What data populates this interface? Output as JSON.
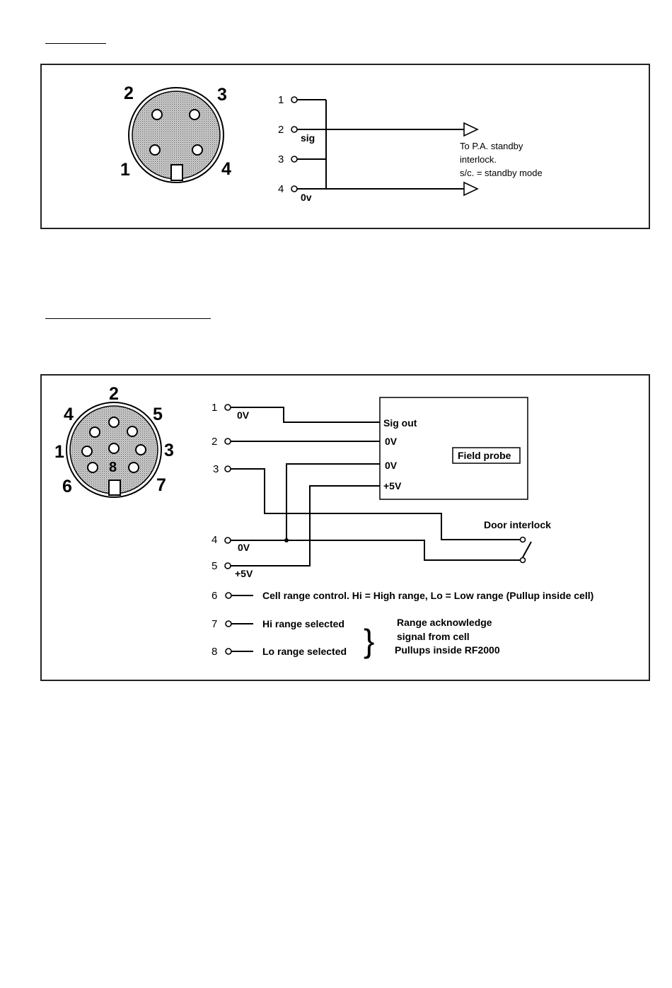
{
  "connector_a": {
    "face_pin_numbers": [
      "2",
      "3",
      "1",
      "4"
    ],
    "pins": [
      {
        "number": "1",
        "label": ""
      },
      {
        "number": "2",
        "label": "sig"
      },
      {
        "number": "3",
        "label": ""
      },
      {
        "number": "4",
        "label": "0v"
      }
    ],
    "note_lines": [
      "To P.A. standby",
      "interlock.",
      "s/c. = standby mode"
    ]
  },
  "connector_b": {
    "face_pin_numbers": [
      "2",
      "4",
      "5",
      "1",
      "3",
      "8",
      "6",
      "7"
    ],
    "pins": [
      {
        "number": "1",
        "label": "0V"
      },
      {
        "number": "2",
        "label": ""
      },
      {
        "number": "3",
        "label": ""
      },
      {
        "number": "4",
        "label": "0V"
      },
      {
        "number": "5",
        "label": "+5V"
      },
      {
        "number": "6",
        "label": "Cell range control. Hi = High range, Lo = Low range  (Pullup inside cell)"
      },
      {
        "number": "7",
        "label": "Hi range selected"
      },
      {
        "number": "8",
        "label": "Lo range selected"
      }
    ],
    "field_probe": {
      "title": "Field probe",
      "terminals": [
        "Sig out",
        "0V",
        "0V",
        "+5V"
      ]
    },
    "door_interlock_label": "Door interlock",
    "ack_note_lines": [
      "Range acknowledge",
      "signal from cell",
      "Pullups inside RF2000"
    ],
    "brace_symbol": "}"
  },
  "colors": {
    "ink": "#000000",
    "connector_fill": "#b8b8b8",
    "background": "#ffffff"
  }
}
